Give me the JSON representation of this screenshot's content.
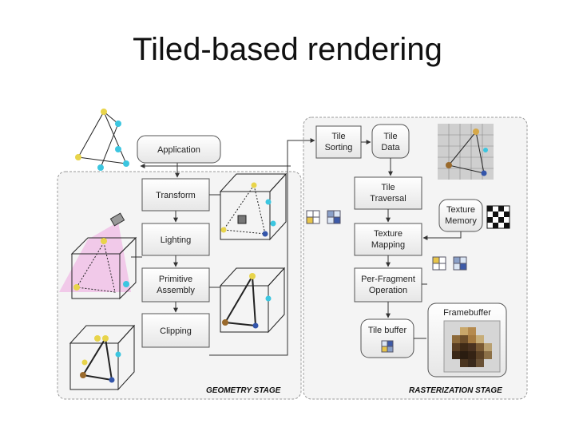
{
  "slide": {
    "title": "Tiled-based rendering"
  },
  "diagram": {
    "geometry_stage": {
      "label": "GEOMETRY STAGE",
      "boxes": [
        "Transform",
        "Lighting",
        [
          "Primitive",
          "Assembly"
        ],
        "Clipping"
      ]
    },
    "application_box": "Application",
    "rasterization_stage": {
      "label": "RASTERIZATION STAGE",
      "boxes": [
        [
          "Tile",
          "Sorting"
        ],
        [
          "Tile",
          "Data"
        ],
        [
          "Tile",
          "Traversal"
        ],
        [
          "Texture",
          "Memory"
        ],
        [
          "Texture",
          "Mapping"
        ],
        [
          "Per-Fragment",
          "Operation"
        ],
        "Tile buffer",
        "Framebuffer"
      ]
    },
    "colors": {
      "box_fill": "#eeeeee",
      "box_border": "#555555",
      "stage_border": "#999999",
      "vertex_yellow": "#e8d44a",
      "vertex_cyan": "#3cc6e0",
      "vertex_blue": "#3355aa",
      "vertex_brown": "#9a6a2c",
      "light_cone": "#f0b6e4"
    },
    "icons": [
      "light-icon",
      "camera-icon",
      "checkerboard-texture-icon",
      "tile-grid-icon"
    ]
  }
}
